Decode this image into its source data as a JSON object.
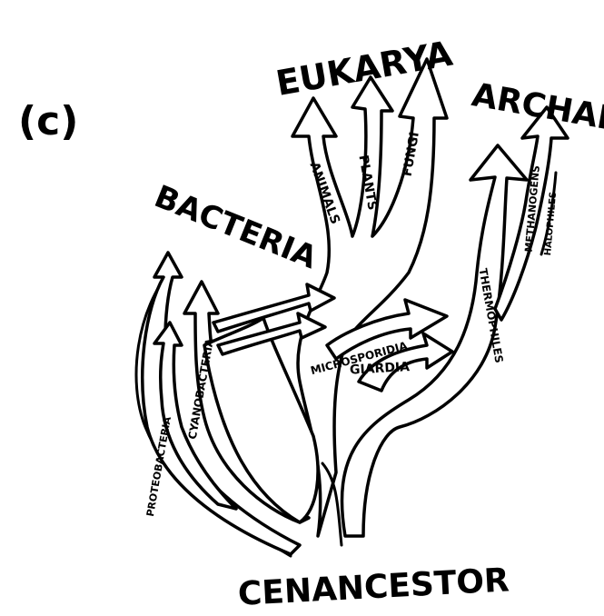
{
  "figure_label": "(c)",
  "domains": {
    "eukarya": "EUKARYA",
    "archaea": "ARCHAEA",
    "bacteria": "BACTERIA"
  },
  "root": "CENANCESTOR",
  "branches": {
    "animals": "ANIMALS",
    "plants": "PLANTS",
    "fungi": "FUNGI",
    "thermophiles": "THERMOPHILES",
    "methanogens": "METHANOGENS",
    "halophiles": "HALOPHILES",
    "cyanobacteria": "CYANOBACTERIA",
    "proteobacteria": "PROTEOBACTERIA",
    "microsporidia": "MICROSPORIDIA",
    "giardia": "GIARDIA"
  },
  "colors": {
    "ink": "#000000",
    "paper": "#ffffff"
  }
}
